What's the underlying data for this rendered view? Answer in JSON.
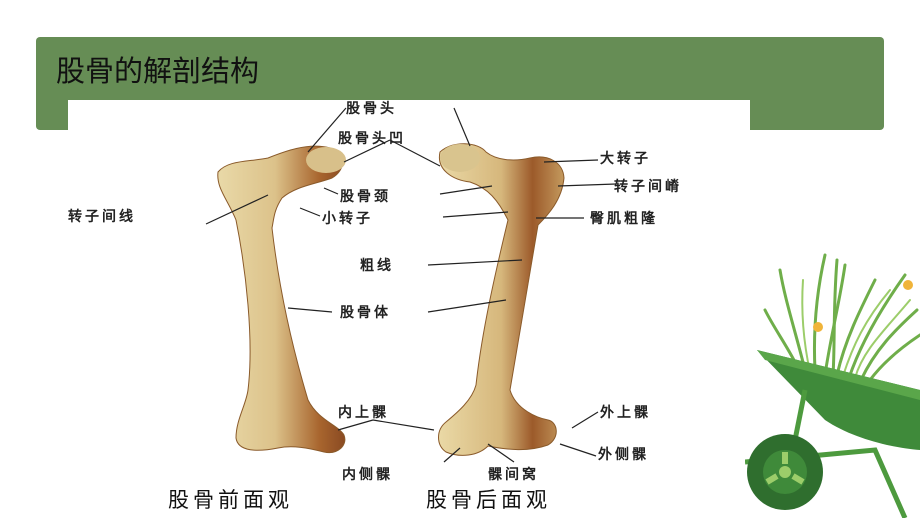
{
  "slide": {
    "title": "股骨的解剖结构",
    "banner_color": "#668d55"
  },
  "figure": {
    "labels": {
      "femoral_head": "股骨头",
      "fovea": "股骨头凹",
      "greater_trochanter": "大转子",
      "intertrochanteric_crest": "转子间嵴",
      "intertrochanteric_line": "转子间线",
      "femoral_neck": "股骨颈",
      "lesser_trochanter": "小转子",
      "gluteal_tuberosity": "臀肌粗隆",
      "linea_aspera": "粗线",
      "shaft": "股骨体",
      "medial_epicondyle": "内上髁",
      "lateral_epicondyle": "外上髁",
      "lateral_condyle": "外侧髁",
      "medial_condyle": "内侧髁",
      "intercondylar_fossa": "髁间窝"
    },
    "captions": {
      "anterior": "股骨前面观",
      "posterior": "股骨后面观"
    }
  },
  "decoration": {
    "icon": "wheelbarrow-with-grass-icon"
  }
}
